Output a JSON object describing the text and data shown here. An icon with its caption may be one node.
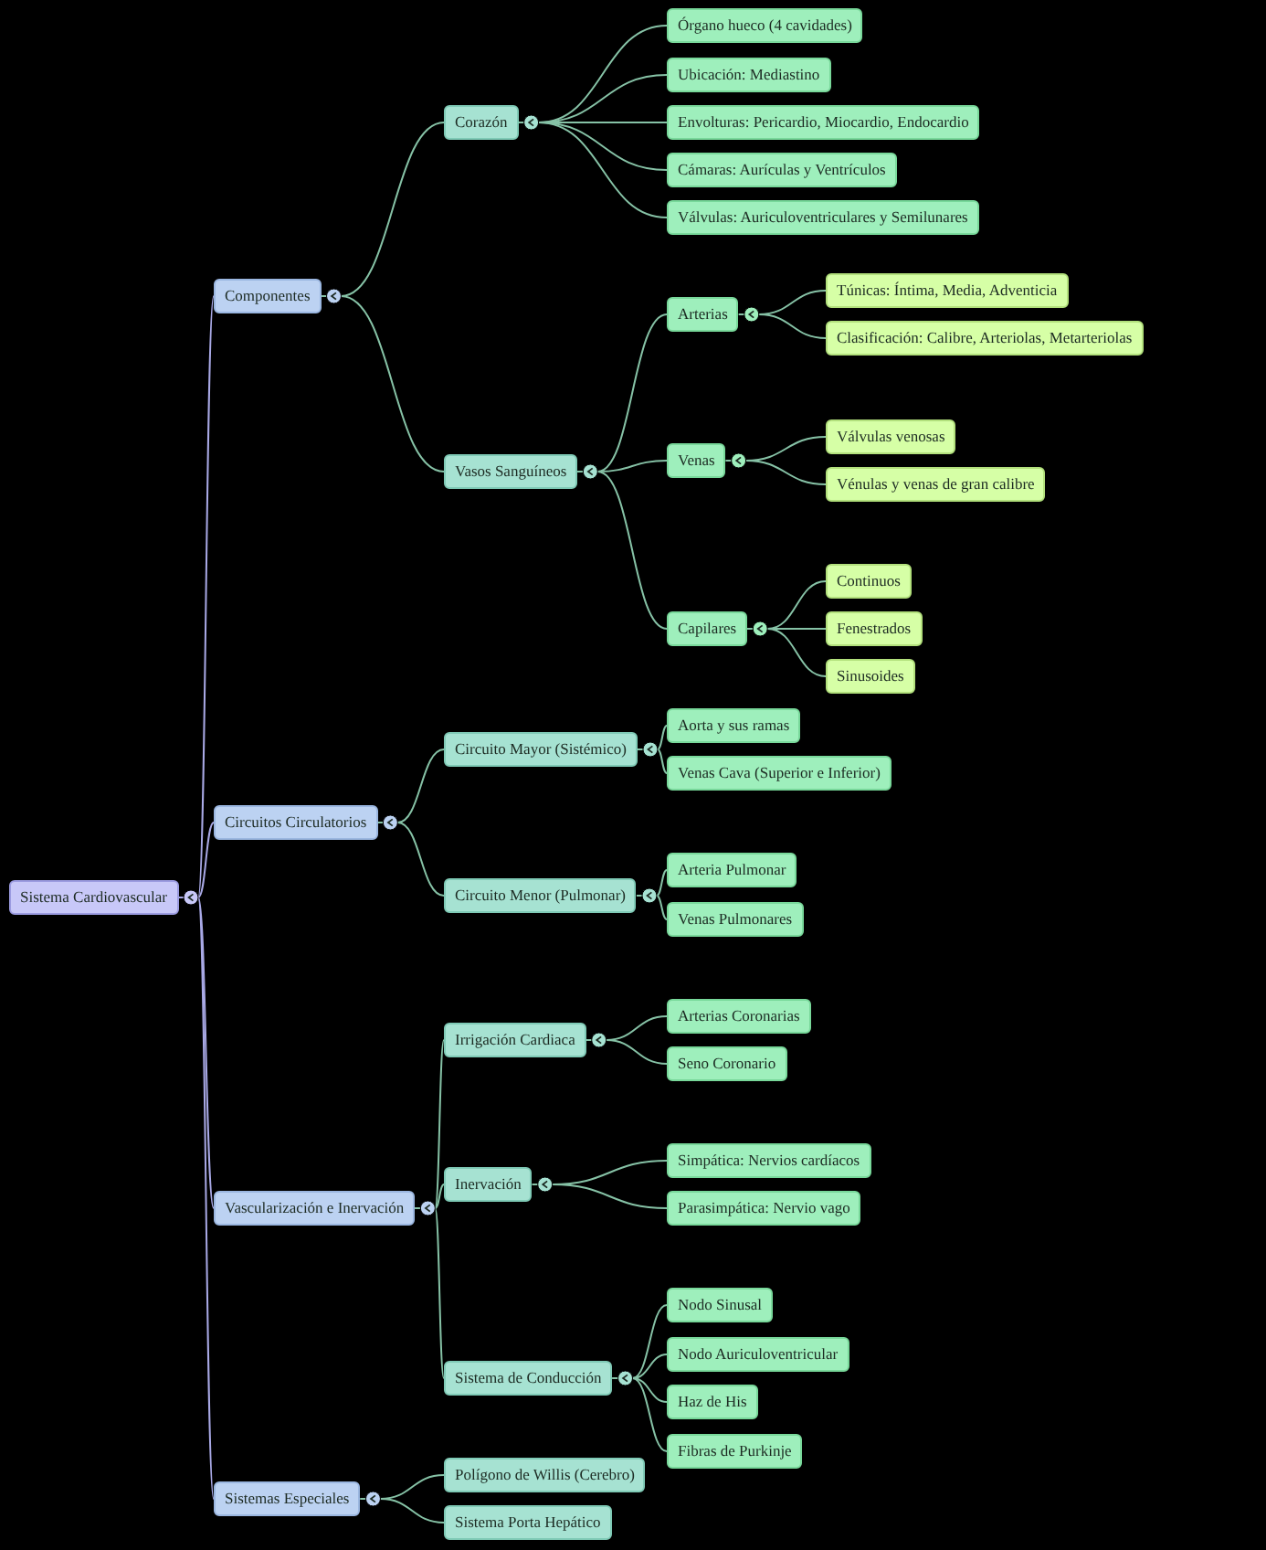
{
  "diagram": {
    "nodes": [
      {
        "text": [
          "Sistema Cardiovascular"
        ]
      },
      {
        "text": [
          "Componentes"
        ]
      },
      {
        "text": [
          "Corazón"
        ]
      },
      {
        "text": [
          "Órgano hueco (4 cavidades)"
        ]
      },
      {
        "text": [
          "Ubicación: Mediastino"
        ]
      },
      {
        "text": [
          "Envolturas: Pericardio, Miocardio, Endocardio"
        ]
      },
      {
        "text": [
          "Cámaras: Aurículas y Ventrículos"
        ]
      },
      {
        "text": [
          "Válvulas: Auriculoventriculares y Semilunares"
        ]
      },
      {
        "text": [
          "Vasos Sanguíneos"
        ]
      },
      {
        "text": [
          "Arterias"
        ]
      },
      {
        "text": [
          "Túnicas: Íntima, Media, Adventicia"
        ]
      },
      {
        "text": [
          "Clasificación: Calibre, Arteriolas, Metarteriolas"
        ]
      },
      {
        "text": [
          "Venas"
        ]
      },
      {
        "text": [
          "Válvulas venosas"
        ]
      },
      {
        "text": [
          "Vénulas y venas de gran calibre"
        ]
      },
      {
        "text": [
          "Capilares"
        ]
      },
      {
        "text": [
          "Continuos"
        ]
      },
      {
        "text": [
          "Fenestrados"
        ]
      },
      {
        "text": [
          "Sinusoides"
        ]
      },
      {
        "text": [
          "Circuitos Circulatorios"
        ]
      },
      {
        "text": [
          "Circuito Mayor (Sistémico)"
        ]
      },
      {
        "text": [
          "Aorta y sus ramas"
        ]
      },
      {
        "text": [
          "Venas Cava (Superior e Inferior)"
        ]
      },
      {
        "text": [
          "Circuito Menor (Pulmonar)"
        ]
      },
      {
        "text": [
          "Arteria Pulmonar"
        ]
      },
      {
        "text": [
          "Venas Pulmonares"
        ]
      },
      {
        "text": [
          "Vascularización e Inervación"
        ]
      },
      {
        "text": [
          "Irrigación Cardiaca"
        ]
      },
      {
        "text": [
          "Arterias Coronarias"
        ]
      },
      {
        "text": [
          "Seno Coronario"
        ]
      },
      {
        "text": [
          "Inervación"
        ]
      },
      {
        "text": [
          "Simpática: Nervios cardíacos"
        ]
      },
      {
        "text": [
          "Parasimpática: Nervio vago"
        ]
      },
      {
        "text": [
          "Sistema de Conducción"
        ]
      },
      {
        "text": [
          "Nodo Sinusal"
        ]
      },
      {
        "text": [
          "Nodo Auriculoventricular"
        ]
      },
      {
        "text": [
          "Haz de His"
        ]
      },
      {
        "text": [
          "Fibras de Purkinje"
        ]
      },
      {
        "text": [
          "Sistemas Especiales"
        ]
      },
      {
        "text": [
          "Polígono de Willis (Cerebro)"
        ]
      },
      {
        "text": [
          "Sistema Porta Hepático"
        ]
      }
    ],
    "edges": [
      {
        "from": 0,
        "to": 1,
        "arrow": "none",
        "color": "#a9a9e6"
      },
      {
        "from": 1,
        "to": 2,
        "arrow": "none"
      },
      {
        "from": 2,
        "to": 3,
        "arrow": "none"
      },
      {
        "from": 2,
        "to": 4,
        "arrow": "none"
      },
      {
        "from": 2,
        "to": 5,
        "arrow": "none"
      },
      {
        "from": 2,
        "to": 6,
        "arrow": "none"
      },
      {
        "from": 2,
        "to": 7,
        "arrow": "none"
      },
      {
        "from": 1,
        "to": 8,
        "arrow": "none"
      },
      {
        "from": 8,
        "to": 9,
        "arrow": "none"
      },
      {
        "from": 9,
        "to": 10,
        "arrow": "none"
      },
      {
        "from": 9,
        "to": 11,
        "arrow": "none"
      },
      {
        "from": 8,
        "to": 12,
        "arrow": "none"
      },
      {
        "from": 12,
        "to": 13,
        "arrow": "none"
      },
      {
        "from": 12,
        "to": 14,
        "arrow": "none"
      },
      {
        "from": 8,
        "to": 15,
        "arrow": "none"
      },
      {
        "from": 15,
        "to": 16,
        "arrow": "none"
      },
      {
        "from": 15,
        "to": 17,
        "arrow": "none"
      },
      {
        "from": 15,
        "to": 18,
        "arrow": "none"
      },
      {
        "from": 0,
        "to": 19,
        "arrow": "none",
        "color": "#a9a9e6"
      },
      {
        "from": 19,
        "to": 20,
        "arrow": "none"
      },
      {
        "from": 20,
        "to": 21,
        "arrow": "none"
      },
      {
        "from": 20,
        "to": 22,
        "arrow": "none"
      },
      {
        "from": 19,
        "to": 23,
        "arrow": "none"
      },
      {
        "from": 23,
        "to": 24,
        "arrow": "none"
      },
      {
        "from": 23,
        "to": 25,
        "arrow": "none"
      },
      {
        "from": 0,
        "to": 26,
        "arrow": "none",
        "color": "#a9a9e6"
      },
      {
        "from": 26,
        "to": 27,
        "arrow": "none"
      },
      {
        "from": 27,
        "to": 28,
        "arrow": "none"
      },
      {
        "from": 27,
        "to": 29,
        "arrow": "none"
      },
      {
        "from": 26,
        "to": 30,
        "arrow": "none"
      },
      {
        "from": 30,
        "to": 31,
        "arrow": "none"
      },
      {
        "from": 30,
        "to": 32,
        "arrow": "none"
      },
      {
        "from": 26,
        "to": 33,
        "arrow": "none"
      },
      {
        "from": 33,
        "to": 34,
        "arrow": "none"
      },
      {
        "from": 33,
        "to": 35,
        "arrow": "none"
      },
      {
        "from": 33,
        "to": 36,
        "arrow": "none"
      },
      {
        "from": 33,
        "to": 37,
        "arrow": "none"
      },
      {
        "from": 0,
        "to": 38,
        "arrow": "none",
        "color": "#a9a9e6"
      },
      {
        "from": 38,
        "to": 39,
        "arrow": "none"
      },
      {
        "from": 38,
        "to": 40,
        "arrow": "none"
      }
    ]
  }
}
